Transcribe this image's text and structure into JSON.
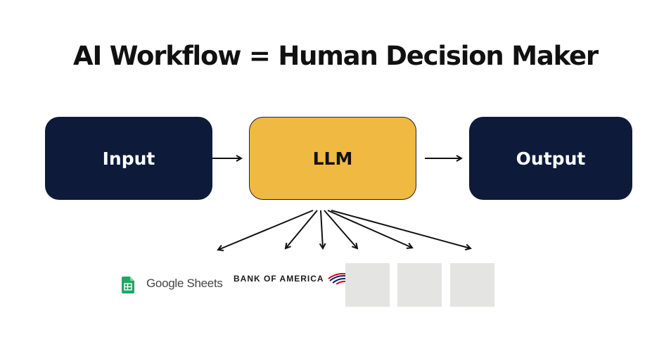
{
  "title": "AI Workflow = Human Decision Maker",
  "nodes": {
    "input": {
      "label": "Input"
    },
    "llm": {
      "label": "LLM"
    },
    "output": {
      "label": "Output"
    }
  },
  "tools": {
    "google_sheets": {
      "label": "Google Sheets",
      "icon": "google-sheets-icon"
    },
    "bank_of_america": {
      "label": "BANK OF AMERICA",
      "icon": "bank-of-america-flag-icon"
    }
  },
  "colors": {
    "dark_box": "#0d1a3a",
    "llm_box": "#f0b942",
    "box_text_light": "#ffffff",
    "box_text_dark": "#111111",
    "arrow": "#111111",
    "sheets_green": "#23a566",
    "boa_red": "#d4001a",
    "boa_blue": "#012169",
    "placeholder": "#e4e4e2"
  }
}
